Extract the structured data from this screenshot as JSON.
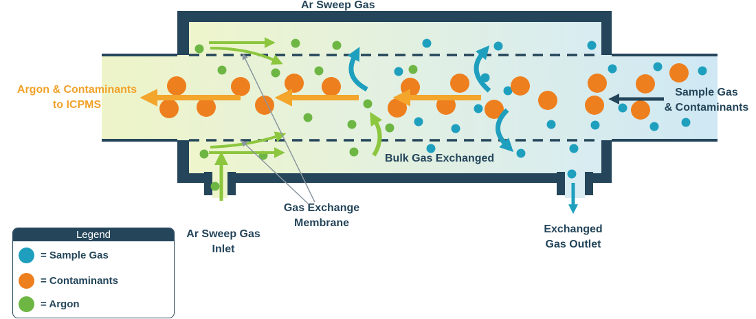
{
  "labels": {
    "top": "Ar Sweep Gas",
    "left_output_line1": "Argon & Contaminants",
    "left_output_line2": "to ICPMS",
    "right_input_line1": "Sample Gas",
    "right_input_line2": "& Contaminants",
    "bulk": "Bulk Gas Exchanged",
    "membrane_line1": "Gas Exchange",
    "membrane_line2": "Membrane",
    "inlet_line1": "Ar Sweep Gas",
    "inlet_line2": "Inlet",
    "outlet_line1": "Exchanged",
    "outlet_line2": "Gas Outlet"
  },
  "legend": {
    "title": "Legend",
    "items": [
      {
        "label": "= Sample Gas",
        "color": "#1f9fbe"
      },
      {
        "label": "= Contaminants",
        "color": "#ee7f1e"
      },
      {
        "label": "= Argon",
        "color": "#6db644"
      }
    ]
  },
  "colors": {
    "housing": "#24455a",
    "sample_gas": "#1f9fbe",
    "contaminant": "#ee7f1e",
    "argon": "#6db644",
    "orange_arrow": "#f3a52c",
    "green_arrow": "#8cc63e",
    "membrane_pointer": "#8a96a0"
  }
}
